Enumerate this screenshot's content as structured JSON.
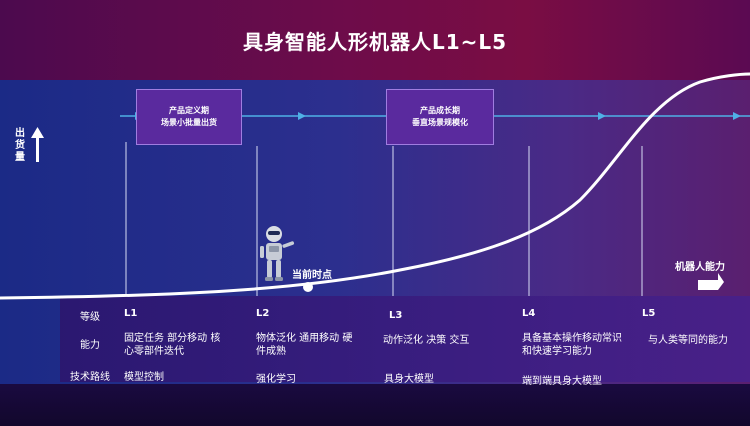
{
  "title": "具身智能人形机器人L1~L5",
  "y_axis_label": "出货量",
  "x_axis_label": "机器人能力",
  "current_point_label": "当前时点",
  "phases": [
    {
      "line1": "产品定义期",
      "line2": "场景小批量出货"
    },
    {
      "line1": "产品成长期",
      "line2": "垂直场景规模化"
    }
  ],
  "row_headers": {
    "level": "等级",
    "capability": "能力",
    "tech": "技术路线"
  },
  "levels": [
    {
      "level": "L1",
      "capability": "固定任务 部分移动 核心零部件迭代",
      "tech": "模型控制"
    },
    {
      "level": "L2",
      "capability": "物体泛化 通用移动 硬件成熟",
      "tech": "强化学习"
    },
    {
      "level": "L3",
      "capability": "动作泛化 决策 交互",
      "tech": "具身大模型"
    },
    {
      "level": "L4",
      "capability": "具备基本操作移动常识和快速学习能力",
      "tech": "端到端具身大模型"
    },
    {
      "level": "L5",
      "capability": "与人类等同的能力",
      "tech": ""
    }
  ],
  "colors": {
    "curve": "#ffffff",
    "arrow_line": "#4fb0e6",
    "phase_box": "#5a2a9e",
    "header": "#6d0c4a"
  }
}
